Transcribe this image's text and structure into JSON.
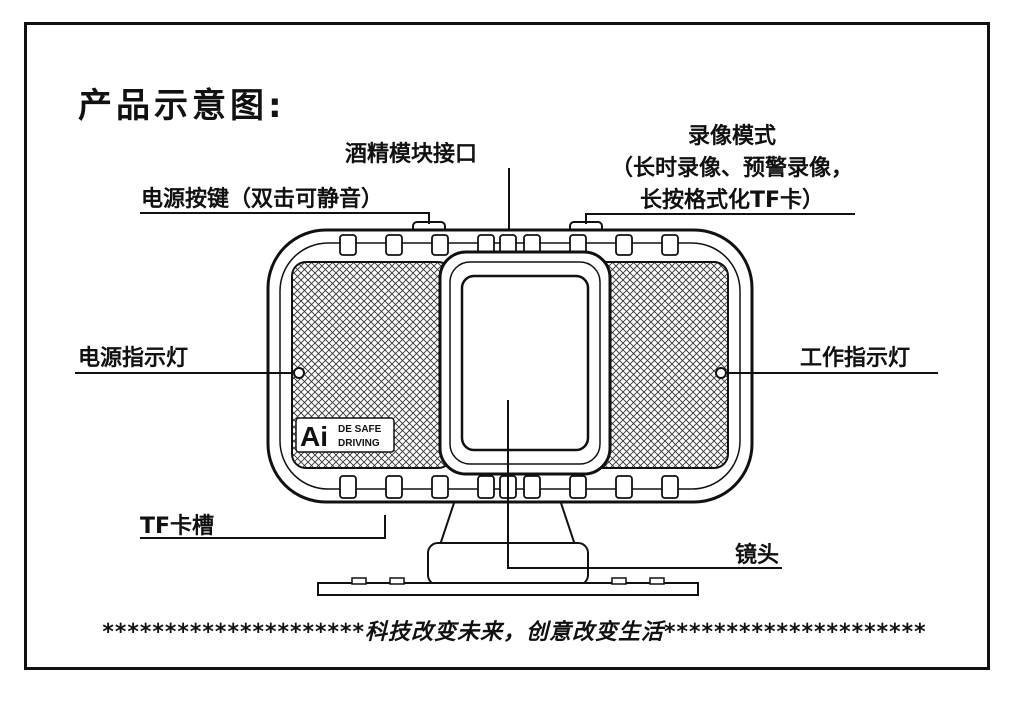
{
  "title": "产品示意图:",
  "labels": {
    "alcohol_port": "酒精模块接口",
    "power_button": "电源按键（双击可静音）",
    "record_mode_line1": "录像模式",
    "record_mode_line2": "（长时录像、预警录像，",
    "record_mode_line3": "长按格式化TF卡）",
    "power_indicator": "电源指示灯",
    "work_indicator": "工作指示灯",
    "tf_slot": "TF卡槽",
    "lens": "镜头"
  },
  "brand": {
    "logo": "Ai",
    "line1": "DE SAFE",
    "line2": "DRIVING"
  },
  "slogan": "*********************科技改变未来，创意改变生活*********************"
}
